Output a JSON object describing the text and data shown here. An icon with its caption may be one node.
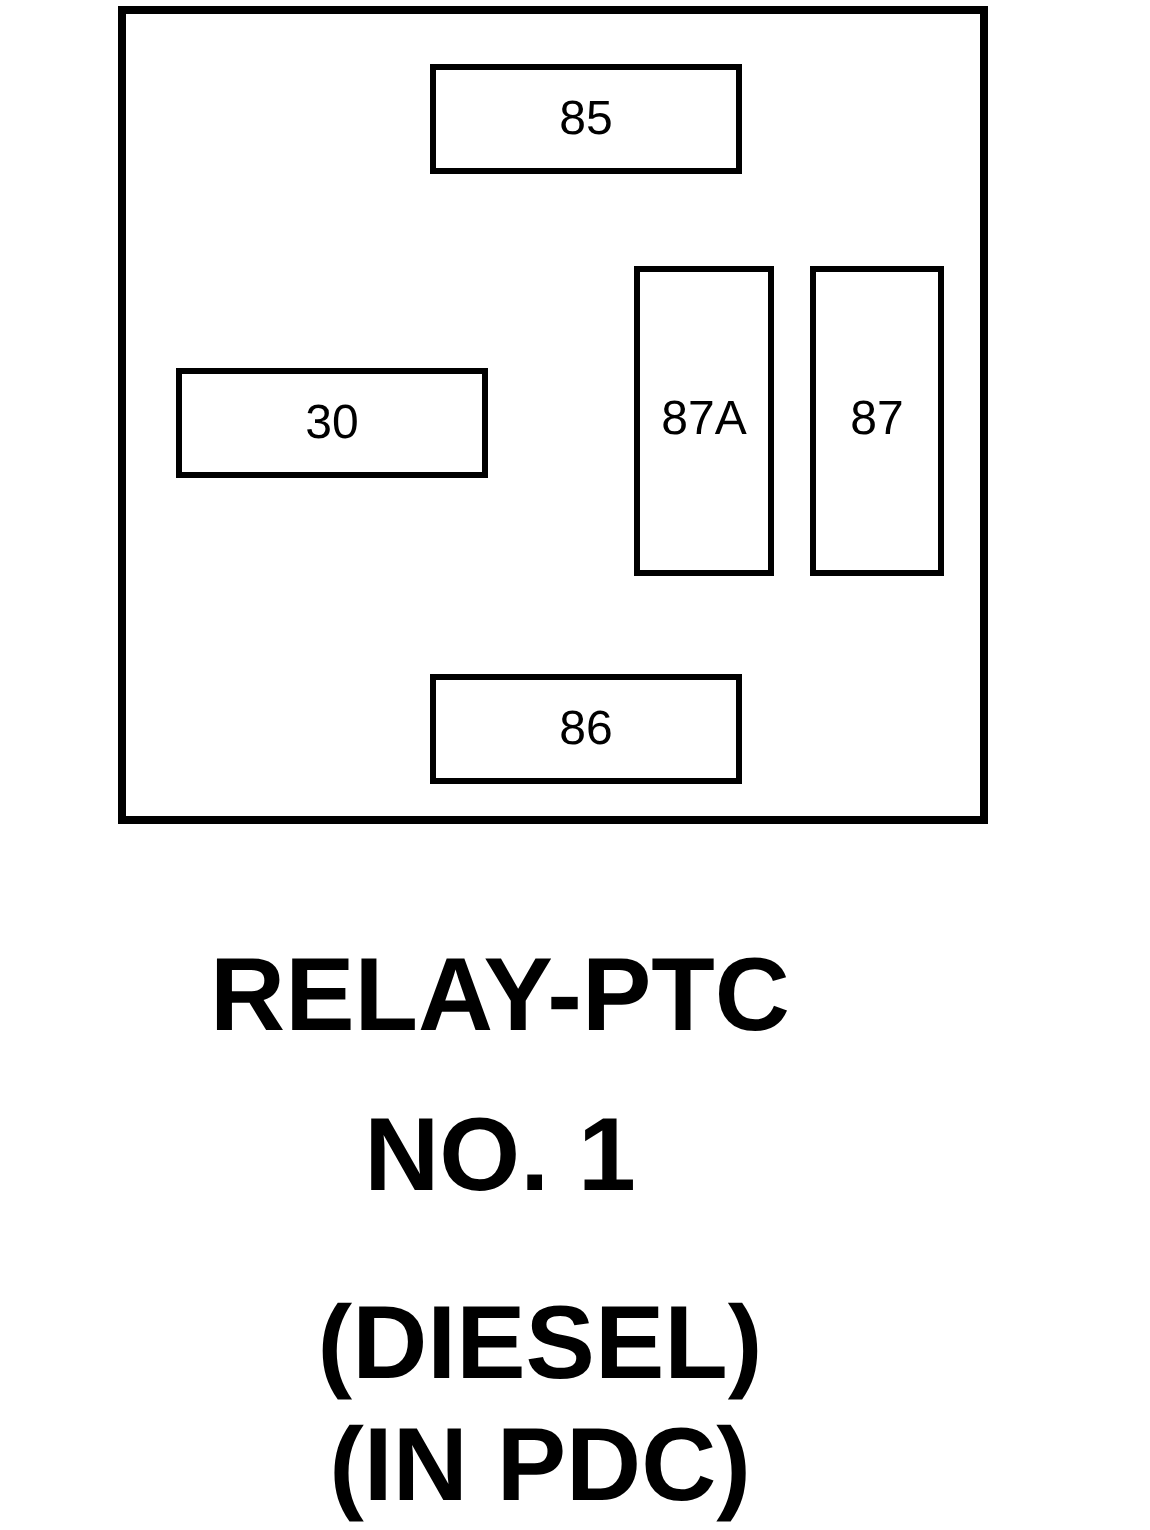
{
  "diagram": {
    "nodes": [
      {
        "text": [],
        "shape": "box"
      },
      {
        "text": [
          "85"
        ],
        "in": 0
      },
      {
        "text": [
          "30"
        ],
        "in": 0
      },
      {
        "text": [
          "87A"
        ],
        "in": 0
      },
      {
        "text": [
          "87"
        ],
        "in": 0
      },
      {
        "text": [
          "86"
        ],
        "in": 0
      }
    ],
    "labels": [
      "RELAY-PTC NO. 1",
      "(DIESEL)",
      "(IN PDC)"
    ]
  }
}
